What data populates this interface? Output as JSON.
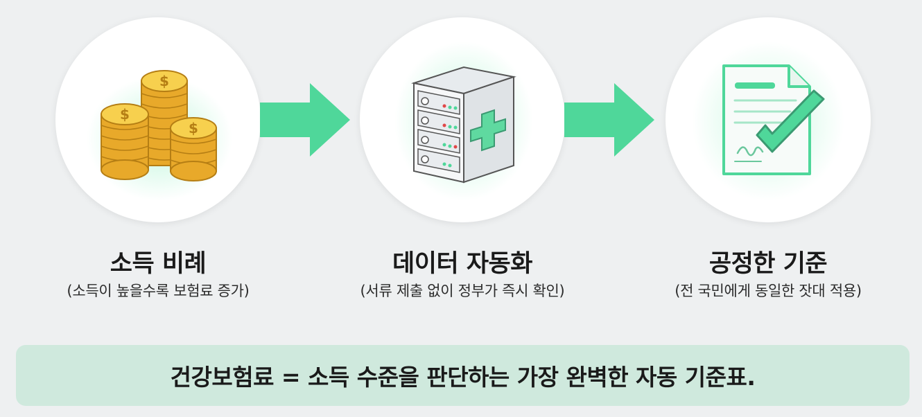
{
  "steps": [
    {
      "title": "소득 비례",
      "description": "(소득이 높을수록 보험료 증가)",
      "icon": "coin-stack-icon"
    },
    {
      "title": "데이터 자동화",
      "description": "(서류 제출 없이 정부가 즉시 확인)",
      "icon": "server-medical-icon"
    },
    {
      "title": "공정한 기준",
      "description": "(전 국민에게 동일한 잣대 적용)",
      "icon": "document-check-icon"
    }
  ],
  "summary": {
    "text": "건강보험료 = 소득 수준을 판단하는 가장 완벽한 자동 기준표."
  },
  "colors": {
    "accent_green": "#4fd79a",
    "glow_green": "#7fe8b2",
    "coin_gold": "#f3c43c",
    "summary_bg": "#cfe9dd",
    "background": "#eef0f1"
  }
}
